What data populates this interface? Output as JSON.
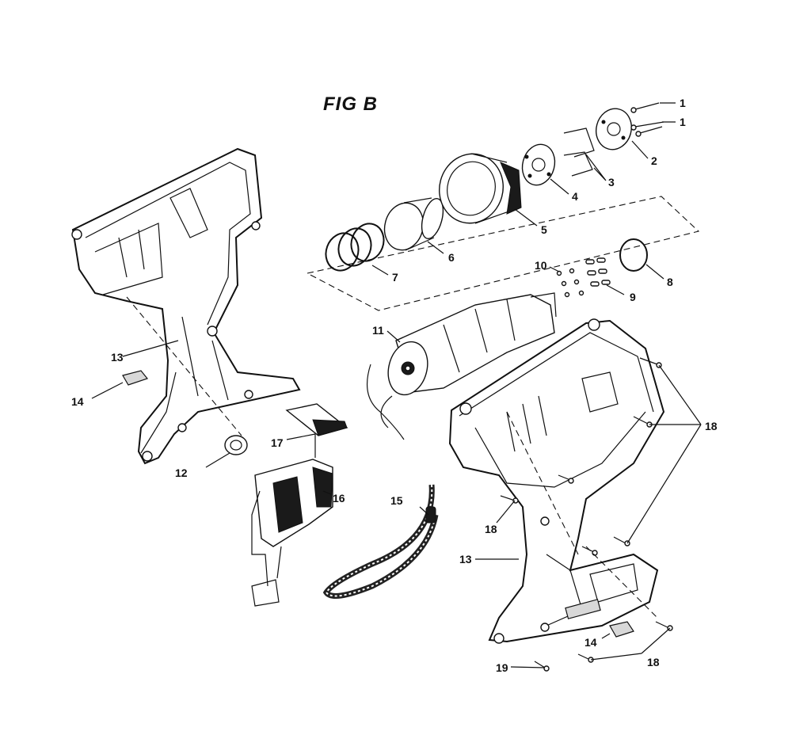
{
  "figure": {
    "title": "FIG B"
  },
  "callouts": {
    "c1a": "1",
    "c1b": "1",
    "c2": "2",
    "c3": "3",
    "c4": "4",
    "c5": "5",
    "c6": "6",
    "c7": "7",
    "c8": "8",
    "c9": "9",
    "c10": "10",
    "c11": "11",
    "c12": "12",
    "c13a": "13",
    "c13b": "13",
    "c14a": "14",
    "c14b": "14",
    "c15": "15",
    "c16": "16",
    "c17": "17",
    "c18a": "18",
    "c18b": "18",
    "c18c": "18",
    "c19": "19"
  }
}
